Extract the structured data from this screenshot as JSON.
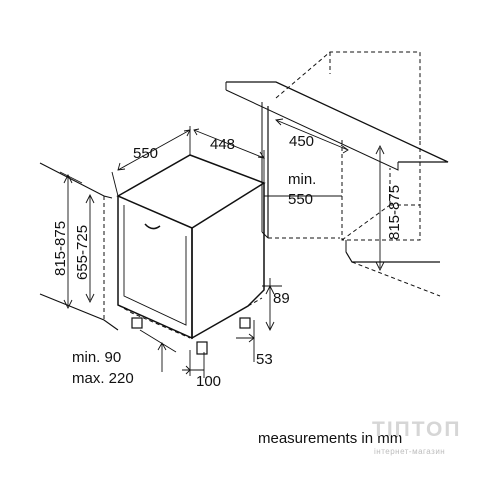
{
  "diagram": {
    "labels": {
      "depth": "550",
      "width": "448",
      "cabinet_depth": "450",
      "min_depth_line1": "min.",
      "min_depth_line2": "550",
      "niche_height_right": "815-875",
      "niche_height_left": "815-875",
      "appliance_height": "655-725",
      "plinth_height": "89",
      "plinth_depth": "53",
      "plinth_min": "min. 90",
      "plinth_max": "max. 220",
      "foot_offset": "100"
    },
    "caption": "measurements in mm"
  },
  "watermark": {
    "brand": "ТІПТОП",
    "subtitle": "інтернет-магазин"
  }
}
